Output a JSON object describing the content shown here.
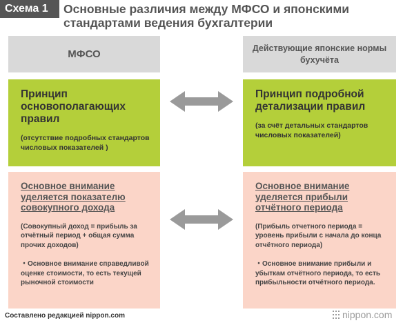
{
  "header": {
    "badge": "Схема 1",
    "title": "Основные различия между МФСО и японскими стандартами ведения бухгалтерии"
  },
  "columns": {
    "left_title": "МФСО",
    "right_title": "Действующие японские нормы бухучёта"
  },
  "principles": {
    "left_heading": "Принцип основополагающих правил",
    "left_detail": "(отсутствие подробных стандартов числовых показателей )",
    "right_heading": "Принцип подробной детализации правил",
    "right_detail": "(за счёт детальных стандартов числовых показателей)"
  },
  "focus": {
    "left_heading": "Основное внимание уделяется показателю совокупного дохода",
    "left_detail": "(Совокупный доход = прибыль за отчётный период + общая сумма прочих доходов)",
    "left_note": "・Основное внимание справедливой оценке стоимости, то есть текущей рыночной стоимости",
    "right_heading": "Основное внимание уделяется прибыли отчётного периода",
    "right_detail": "(Прибыль отчетного периода = уровень прибыли с начала до конца отчётного периода)",
    "right_note": "・Основное внимание прибыли и убыткам отчётного периода, то есть прибыльности отчётного периода."
  },
  "footer": {
    "credit": "Составлено редакцией nippon.com",
    "brand": "nippon.com"
  },
  "colors": {
    "badge": "#555555",
    "header_box": "#d9d9d9",
    "principle_box": "#b4cf3a",
    "focus_box": "#fbd5c8",
    "arrow": "#9a9a9a"
  },
  "icons": {
    "arrow": "double-headed-arrow-icon",
    "brand": "nippon-logo-icon"
  }
}
